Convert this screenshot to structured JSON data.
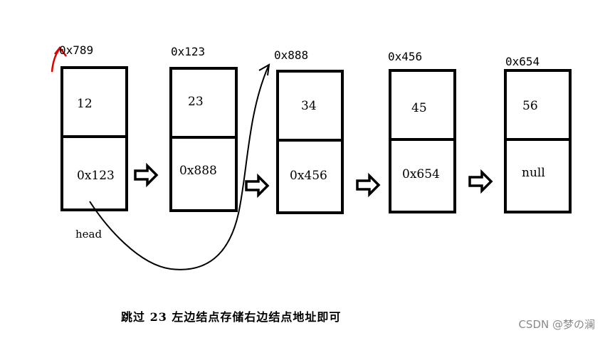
{
  "nodes": [
    {
      "address": "0x789",
      "value": "12",
      "next": "0x123"
    },
    {
      "address": "0x123",
      "value": "23",
      "next": "0x888"
    },
    {
      "address": "0x888",
      "value": "34",
      "next": "0x456"
    },
    {
      "address": "0x456",
      "value": "45",
      "next": "0x654"
    },
    {
      "address": "0x654",
      "value": "56",
      "next": "null"
    }
  ],
  "head_label": "head",
  "caption": "跳过 23 左边结点存储右边结点地址即可",
  "watermark": "CSDN @梦の澜",
  "colors": {
    "stroke": "#000000",
    "highlight": "#e00000",
    "watermark": "#8a8a8a"
  }
}
